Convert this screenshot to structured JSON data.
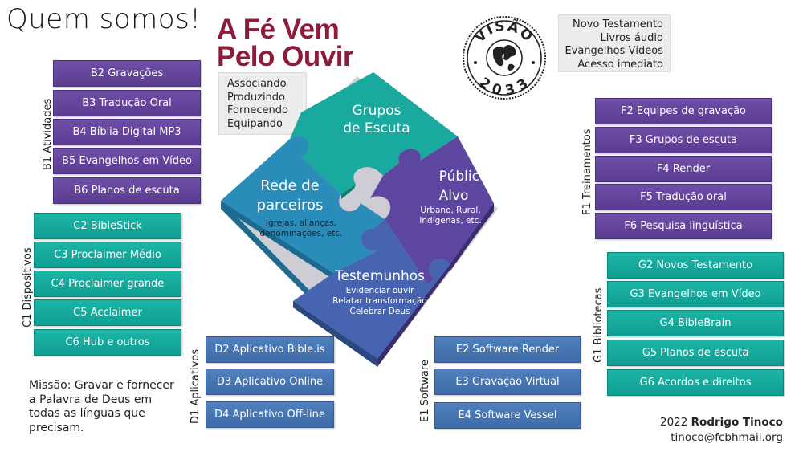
{
  "title": "Quem somos!",
  "brand": {
    "line1": "A Fé Vem",
    "line2": "Pelo Ouvir"
  },
  "verbs": [
    "Associando",
    "Produzindo",
    "Fornecendo",
    "Equipando"
  ],
  "seal": {
    "top_text": "VISÃO",
    "bottom_text": "2033"
  },
  "offer": [
    "Novo Testamento",
    "Livros áudio",
    "Evangelhos Vídeos",
    "Acesso imediato"
  ],
  "puzzle": {
    "grupos": {
      "line1": "Grupos",
      "line2": "de Escuta"
    },
    "rede": {
      "line1": "Rede de",
      "line2": "parceiros",
      "sub1": "Igrejas, alianças,",
      "sub2": "denominações, etc."
    },
    "publico": {
      "line1": "Público",
      "line2": "Alvo",
      "sub1": "Urbano, Rural,",
      "sub2": "Indígenas, etc."
    },
    "testemunhos": {
      "line1": "Testemunhos",
      "sub1": "Evidenciar ouvir",
      "sub2": "Relatar transformação",
      "sub3": "Celebrar Deus"
    }
  },
  "groups": {
    "b": {
      "label": "B1  Atividades",
      "items": [
        "B2 Gravações",
        "B3 Tradução Oral",
        "B4 Bíblia Digital MP3",
        "B5 Evangelhos em Vídeo",
        "B6 Planos de escuta"
      ]
    },
    "c": {
      "label": "C1 Dispositivos",
      "items": [
        "C2 BibleStick",
        "C3 Proclaimer Médio",
        "C4 Proclaimer grande",
        "C5 Acclaimer",
        "C6 Hub e outros"
      ]
    },
    "d": {
      "label": "D1 Aplicativos",
      "items": [
        "D2 Aplicativo Bible.is",
        "D3 Aplicativo Online",
        "D4 Aplicativo Off-line"
      ]
    },
    "e": {
      "label": "E1 Software",
      "items": [
        "E2 Software Render",
        "E3 Gravação Virtual",
        "E4 Software Vessel"
      ]
    },
    "f": {
      "label": "F1 Treinamentos",
      "items": [
        "F2 Equipes de gravação",
        "F3 Grupos de escuta",
        "F4 Render",
        "F5 Tradução oral",
        "F6 Pesquisa linguística"
      ]
    },
    "g": {
      "label": "G1 Bibliotecas",
      "items": [
        "G2 Novos Testamento",
        "G3 Evangelhos em Vídeo",
        "G4 BibleBrain",
        "G5 Planos de escuta",
        "G6 Acordos e direitos"
      ]
    }
  },
  "mission": "Missão: Gravar e fornecer a Palavra de Deus em todas as línguas que precisam.",
  "credit": {
    "year": "2022",
    "name": "Rodrigo Tinoco",
    "email": "tinoco@fcbhmail.org"
  },
  "colors": {
    "purple": "#5f4299",
    "teal": "#15a99c",
    "blue": "#4573b1",
    "brand": "#8e1b3a"
  }
}
